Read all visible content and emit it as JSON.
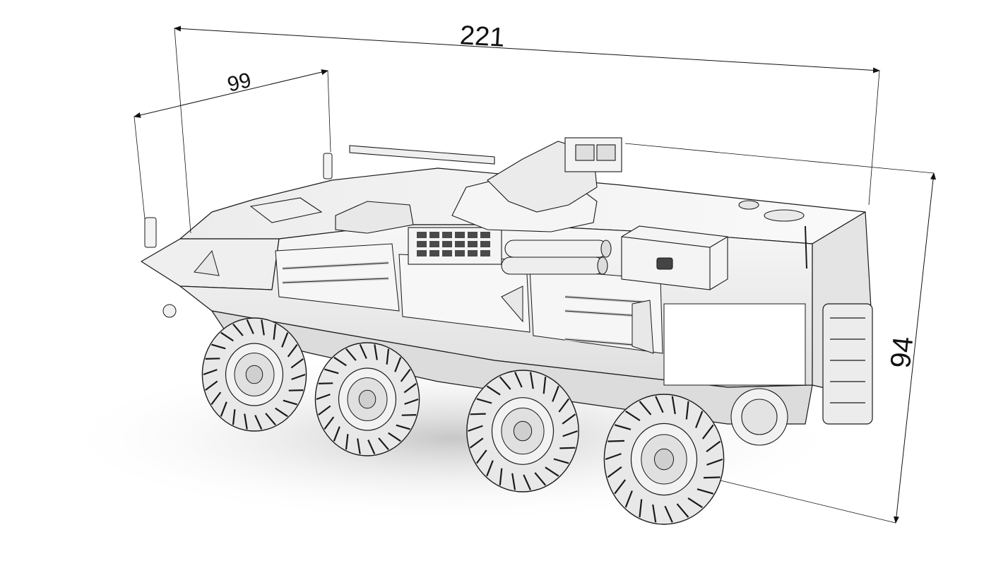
{
  "dimensions": {
    "length": "221",
    "width": "99",
    "height": "94"
  },
  "colors": {
    "background": "#ffffff",
    "line": "#1a1a1a",
    "body": "#f2f2f2",
    "shade": "#d9d9d9",
    "tire": "#e6e6e6",
    "floor_shadow": "#c8c8c8"
  }
}
